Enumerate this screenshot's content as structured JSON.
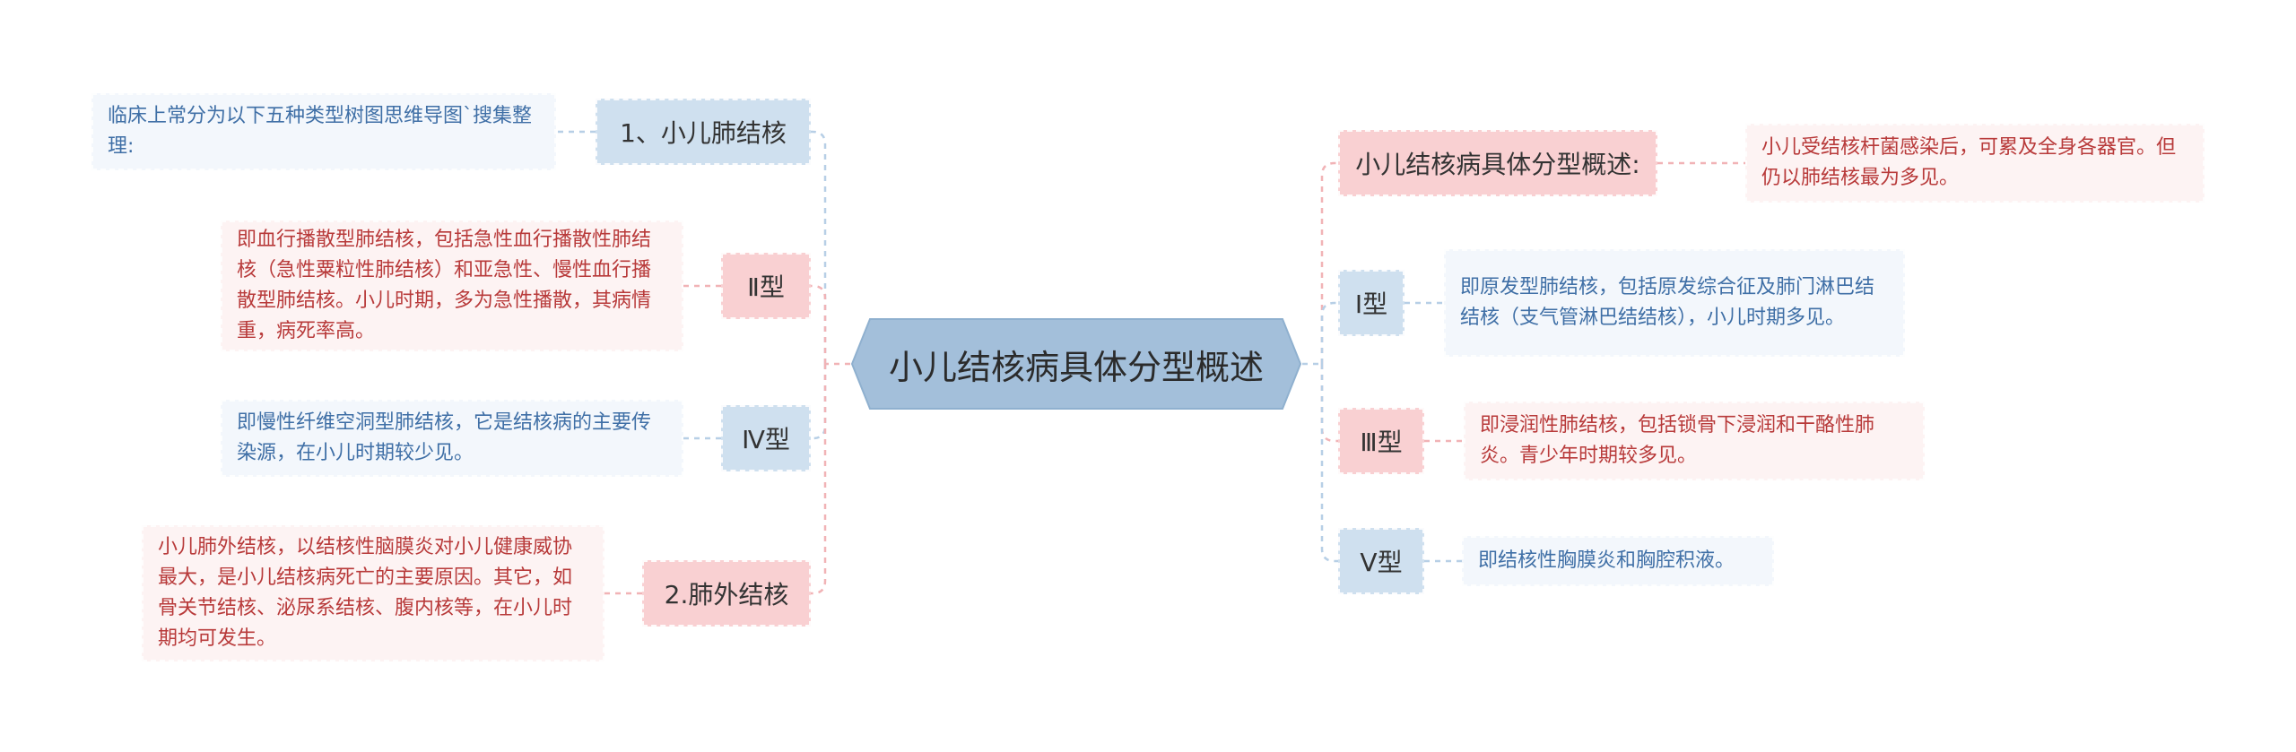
{
  "colors": {
    "center_fill": "#a3bfda",
    "blue_node": "#cfe0ef",
    "pink_node": "#f9d0d2",
    "blue_leaf_bg": "#f3f7fc",
    "pink_leaf_bg": "#fdf3f3",
    "blue_text": "#3f6fa6",
    "pink_text": "#b83a3a",
    "link_blue": "#b7cfe6",
    "link_pink": "#f1b3b6"
  },
  "center": {
    "label": "小儿结核病具体分型概述"
  },
  "left_branches": [
    {
      "label": "1、小儿肺结核",
      "color": "blue",
      "note": "临床上常分为以下五种类型树图思维导图`搜集整理:"
    },
    {
      "label": "Ⅱ型",
      "color": "pink",
      "note": "即血行播散型肺结核，包括急性血行播散性肺结核（急性粟粒性肺结核）和亚急性、慢性血行播散型肺结核。小儿时期，多为急性播散，其病情重，病死率高。"
    },
    {
      "label": "Ⅳ型",
      "color": "blue",
      "note": "即慢性纤维空洞型肺结核，它是结核病的主要传染源，在小儿时期较少见。"
    },
    {
      "label": "2.肺外结核",
      "color": "pink",
      "note": "小儿肺外结核，以结核性脑膜炎对小儿健康威协最大，是小儿结核病死亡的主要原因。其它，如骨关节结核、泌尿系结核、腹内核等，在小儿时期均可发生。"
    }
  ],
  "right_branches": [
    {
      "label": "小儿结核病具体分型概述:",
      "color": "pink",
      "note": "小儿受结核杆菌感染后，可累及全身各器官。但仍以肺结核最为多见。"
    },
    {
      "label": "I型",
      "color": "blue",
      "note": "即原发型肺结核，包括原发综合征及肺门淋巴结结核（支气管淋巴结结核），小儿时期多见。"
    },
    {
      "label": "Ⅲ型",
      "color": "pink",
      "note": "即浸润性肺结核，包括锁骨下浸润和干酪性肺炎。青少年时期较多见。"
    },
    {
      "label": "Ⅴ型",
      "color": "blue",
      "note": "即结核性胸膜炎和胸腔积液。"
    }
  ]
}
